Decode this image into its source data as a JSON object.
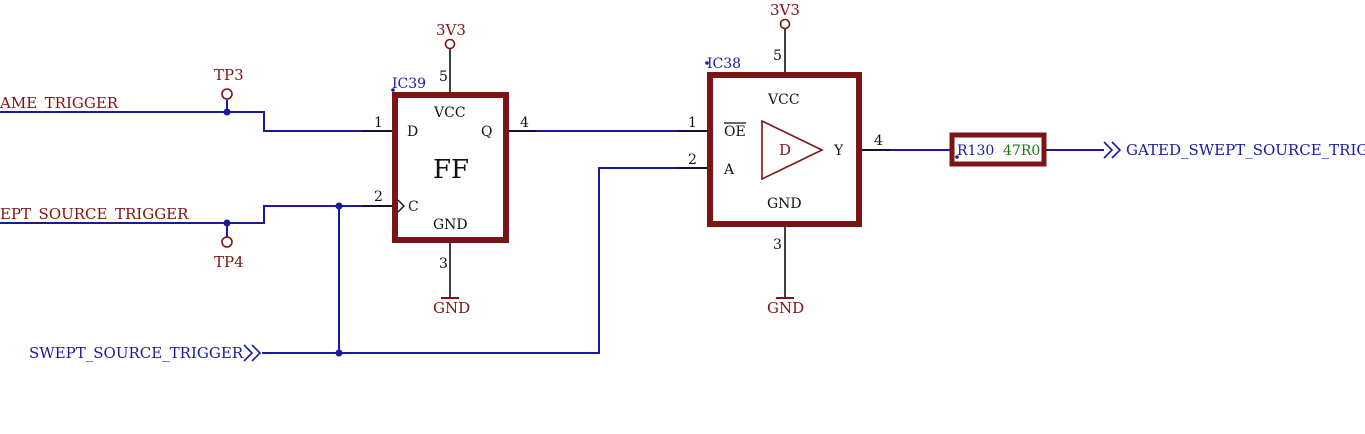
{
  "nets": {
    "frame_trigger": "AME_TRIGGER",
    "swept_source_trigger_left": "EPT_SOURCE_TRIGGER"
  },
  "test_points": {
    "tp3": "TP3",
    "tp4": "TP4"
  },
  "ic39": {
    "ref": "IC39",
    "function": "FF",
    "vcc": "VCC",
    "gnd": "GND",
    "pin_d": "D",
    "pin_c": "C",
    "pin_q": "Q",
    "num_d": "1",
    "num_c": "2",
    "num_q": "4",
    "num_vcc": "5",
    "num_gnd": "3"
  },
  "ic38": {
    "ref": "IC38",
    "driver": "D",
    "vcc": "VCC",
    "gnd": "GND",
    "pin_oe": "OE",
    "pin_a": "A",
    "pin_y": "Y",
    "num_oe": "1",
    "num_a": "2",
    "num_y": "4",
    "num_vcc": "5",
    "num_gnd": "3"
  },
  "resistor": {
    "ref": "R130",
    "value": "47R0"
  },
  "power": {
    "supply_ic39": "3V3",
    "supply_ic38": "3V3",
    "ground_ic39": "GND",
    "ground_ic38": "GND"
  },
  "ports": {
    "input": "SWEPT_SOURCE_TRIGGER",
    "output": "GATED_SWEPT_SOURCE_TRIG"
  },
  "colors": {
    "wire": "#1a1aa0",
    "component": "#7b1414",
    "value": "#1a7a1a"
  }
}
